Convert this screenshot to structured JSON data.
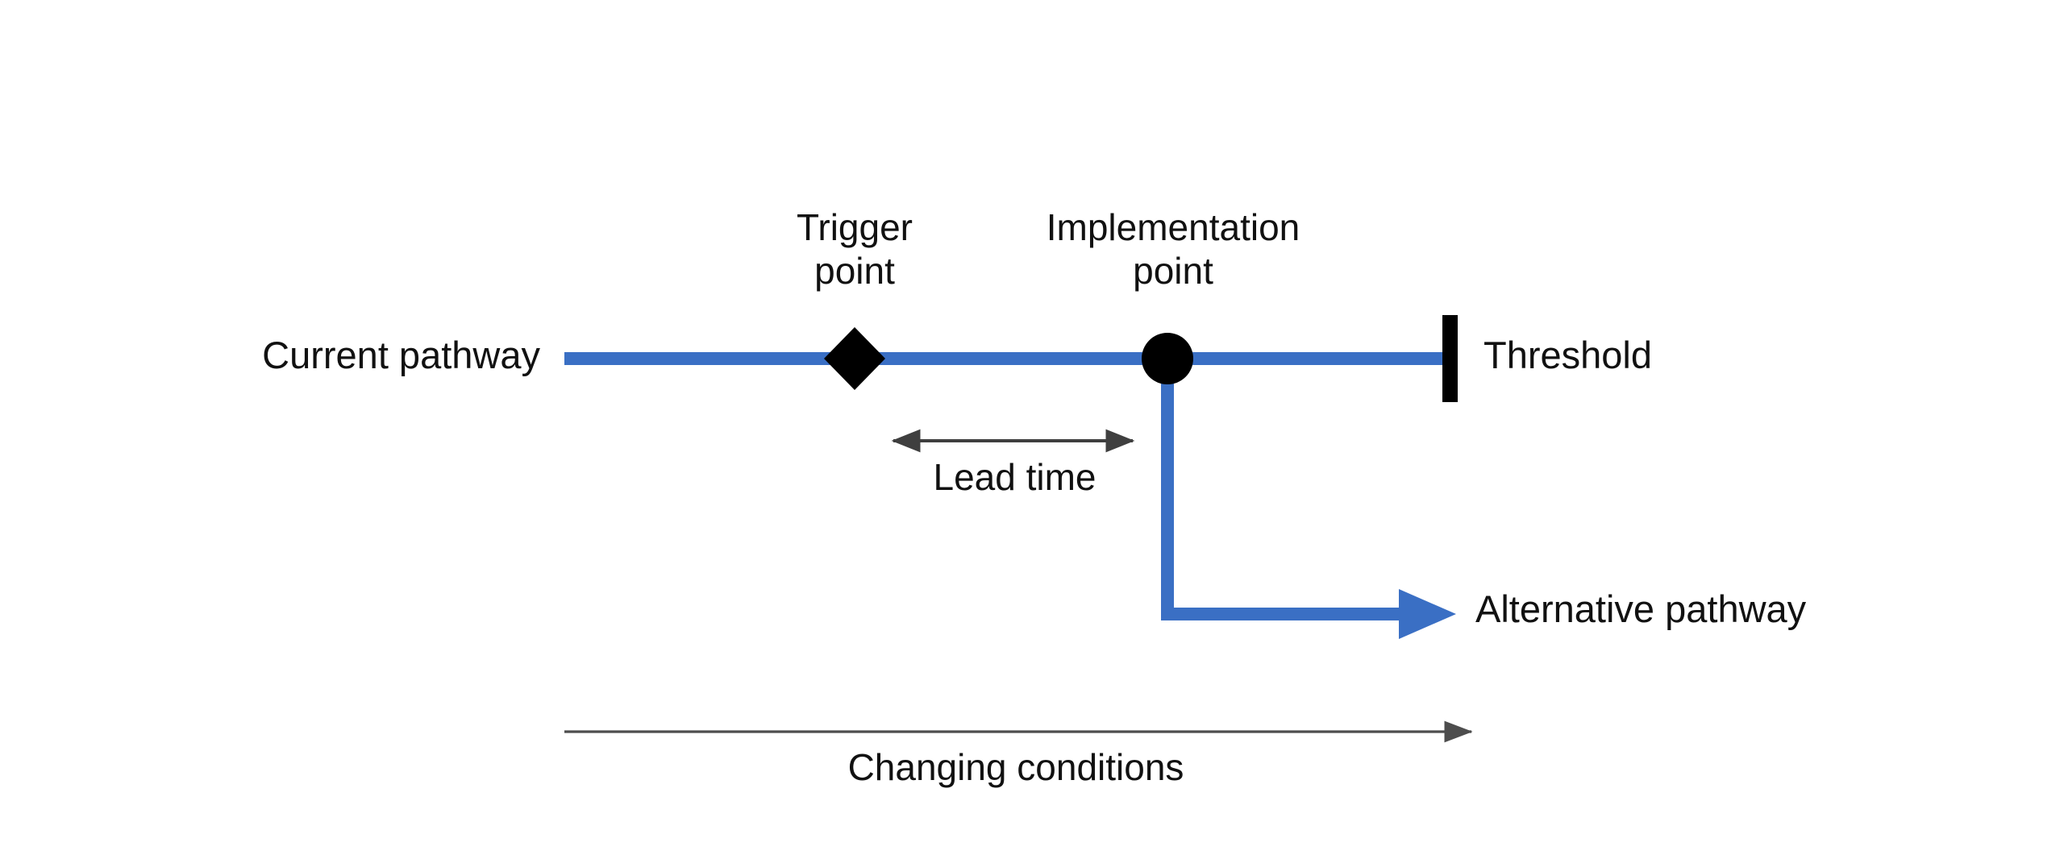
{
  "diagram": {
    "title": "Adaptation pathway with trigger point, implementation point and threshold",
    "colors": {
      "pathway_blue": "#3A6FC4",
      "marker_black": "#000000",
      "axis_gray": "#595959",
      "background": "#FFFFFF",
      "text": "#111111"
    },
    "labels": {
      "current_pathway": "Current pathway",
      "trigger_point": "Trigger\npoint",
      "implementation_point": "Implementation\npoint",
      "threshold": "Threshold",
      "lead_time": "Lead time",
      "alternative_pathway": "Alternative pathway",
      "changing_conditions": "Changing conditions"
    },
    "markers": {
      "trigger_point_shape": "diamond-marker",
      "implementation_point_shape": "circle-marker",
      "threshold_shape": "vertical-bar-marker"
    },
    "arrows": {
      "lead_time_arrow": "double-headed-arrow",
      "alternative_pathway_arrow": "right-arrow",
      "changing_conditions_arrow": "right-arrow"
    }
  }
}
